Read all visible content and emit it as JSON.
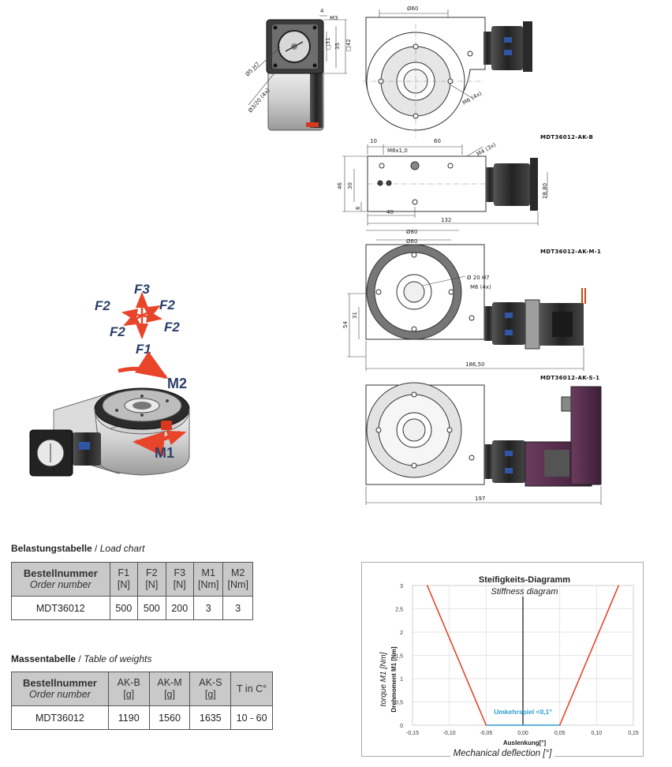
{
  "drawing": {
    "dims": {
      "top_4": "4",
      "top_m3": "M3",
      "top_sq31": "□31",
      "top_35": "35",
      "top_sq42": "□42",
      "top_d5": "Ø5 H7",
      "top_pcd": "Ø3/20 (4x)",
      "front_d60": "Ø60",
      "front_m6": "M6 (4x)",
      "side_10": "10",
      "side_60": "60",
      "side_m8": "M8x1,0",
      "side_m4": "M4 (3x)",
      "side_46": "46",
      "side_30": "30",
      "side_6": "6",
      "side_40": "40",
      "side_132": "132",
      "side_2880": "28,80",
      "m_d80": "Ø80",
      "m_d60": "Ø60",
      "m_d20": "Ø 20 H7",
      "m_m6": "M6 (4x)",
      "m_54": "54",
      "m_31": "31",
      "m_18650": "186,50",
      "s_197": "197"
    },
    "models": {
      "b": "MDT36012-AK-B",
      "m": "MDT36012-AK-M-1",
      "s": "MDT36012-AK-S-1"
    },
    "forces": [
      "F3",
      "F2",
      "F2",
      "F2",
      "F2",
      "F1"
    ],
    "moments": [
      "M2",
      "M1"
    ]
  },
  "load_table": {
    "heading_de": "Belastungstabelle",
    "heading_sep": " / ",
    "heading_en": "Load chart",
    "headers": [
      {
        "de": "Bestellnummer",
        "en": "Order number"
      },
      {
        "de": "F1",
        "en": "[N]"
      },
      {
        "de": "F2",
        "en": "[N]"
      },
      {
        "de": "F3",
        "en": "[N]"
      },
      {
        "de": "M1",
        "en": "[Nm]"
      },
      {
        "de": "M2",
        "en": "[Nm]"
      }
    ],
    "row": [
      "MDT36012",
      "500",
      "500",
      "200",
      "3",
      "3"
    ]
  },
  "weight_table": {
    "heading_de": "Massentabelle",
    "heading_sep": " / ",
    "heading_en": "Table of weights",
    "headers": [
      {
        "de": "Bestellnummer",
        "en": "Order number"
      },
      {
        "de": "AK-B",
        "en": "[g]"
      },
      {
        "de": "AK-M",
        "en": "[g]"
      },
      {
        "de": "AK-S",
        "en": "[g]"
      },
      {
        "de": "T in C°",
        "en": ""
      }
    ],
    "row": [
      "MDT36012",
      "1190",
      "1560",
      "1635",
      "10 - 60"
    ]
  },
  "chart_data": {
    "type": "line",
    "title": "Steifigkeits-Diagramm",
    "subtitle": "Stiffness diagram",
    "xlabel": "Auslenkung[°]",
    "xlabel_en": "Mechanical deflection [°]",
    "ylabel": "Drehmoment M1 [Nm]",
    "ylabel_en": "torque M1 [Nm]",
    "xlim": [
      -0.15,
      0.15
    ],
    "ylim": [
      0,
      3
    ],
    "x_ticks": [
      "-0,15",
      "-0,10",
      "-0,05",
      "0,00",
      "0,05",
      "0,10",
      "0,15"
    ],
    "y_ticks": [
      "0",
      "0,5",
      "1",
      "1,5",
      "2",
      "2,5",
      "3"
    ],
    "grid": true,
    "annotation": "Umkehrspiel  <0,1°",
    "colors": {
      "curve": "#e8452a",
      "backlash": "#2e9fd6",
      "axis": "#111111",
      "grid": "#dddddd"
    },
    "series": [
      {
        "points": [
          [
            -0.13,
            3
          ],
          [
            -0.05,
            0
          ],
          [
            0.05,
            0
          ],
          [
            0.13,
            3
          ]
        ]
      }
    ]
  }
}
